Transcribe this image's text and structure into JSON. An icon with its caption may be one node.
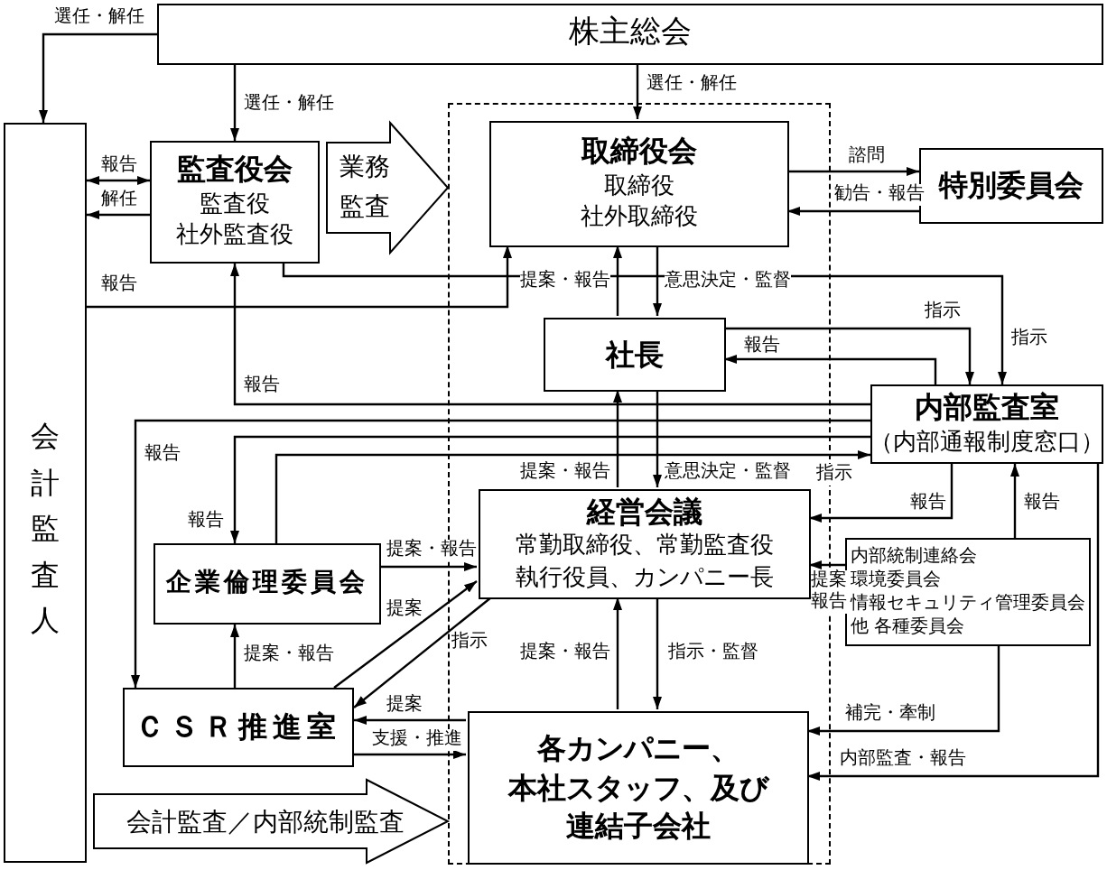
{
  "diagram": {
    "nodes": [
      {
        "text": [
          "株主総会"
        ]
      },
      {
        "text": [
          "会計監査人"
        ]
      },
      {
        "text": [
          "監査役会",
          "監査役",
          "社外監査役"
        ]
      },
      {
        "text": [],
        "shape": "box"
      },
      {
        "text": [
          "取締役会",
          "取締役",
          "社外取締役"
        ],
        "in": 3
      },
      {
        "text": [
          "特別委員会"
        ]
      },
      {
        "text": [
          "社長"
        ],
        "in": 3
      },
      {
        "text": [
          "内部監査室",
          "（内部通報制度窓口）"
        ]
      },
      {
        "text": [
          "企業倫理委員会"
        ]
      },
      {
        "text": [
          "経営会議",
          "常勤取締役、常勤監査役",
          "執行役員、カンパニー長"
        ],
        "in": 3
      },
      {
        "text": [
          "内部統制連絡会",
          "環境委員会",
          "情報セキュリティ管理委員会",
          "他 各種委員会"
        ]
      },
      {
        "text": [
          "ＣＳＲ推進室"
        ]
      },
      {
        "text": [
          "各カンパニー、",
          "本社スタッフ、及び",
          "連結子会社"
        ],
        "in": 3
      }
    ],
    "edges": [
      {
        "from": 0,
        "to": 1,
        "arrow": "to",
        "label": "選任・解任"
      },
      {
        "from": 0,
        "to": 2,
        "arrow": "to",
        "label": "選任・解任"
      },
      {
        "from": 0,
        "to": 4,
        "arrow": "to",
        "label": "選任・解任"
      },
      {
        "from": 2,
        "to": 1,
        "arrow": "both",
        "label": "報告"
      },
      {
        "from": 2,
        "to": 1,
        "arrow": "to",
        "label": "解任"
      },
      {
        "from": 1,
        "to": 4,
        "arrow": "to",
        "label": "報告"
      },
      {
        "from": 4,
        "to": 6,
        "arrow": "to",
        "label": "意思決定・監督"
      },
      {
        "from": 6,
        "to": 4,
        "arrow": "to",
        "label": "提案・報告"
      },
      {
        "from": 4,
        "to": 5,
        "arrow": "to",
        "label": "諮問"
      },
      {
        "from": 5,
        "to": 4,
        "arrow": "to",
        "label": "勧告・報告"
      },
      {
        "from": 2,
        "to": 7,
        "arrow": "to",
        "label": "指示"
      },
      {
        "from": 6,
        "to": 7,
        "arrow": "to",
        "label": "指示"
      },
      {
        "from": 7,
        "to": 6,
        "arrow": "to",
        "label": "報告"
      },
      {
        "from": 7,
        "to": 2,
        "arrow": "to",
        "label": "報告"
      },
      {
        "from": 7,
        "to": 11,
        "arrow": "to",
        "label": "報告"
      },
      {
        "from": 7,
        "to": 8,
        "arrow": "to",
        "label": "報告"
      },
      {
        "from": 8,
        "to": 7,
        "arrow": "to"
      },
      {
        "from": 6,
        "to": 9,
        "arrow": "to",
        "label": "意思決定・監督"
      },
      {
        "from": 9,
        "to": 6,
        "arrow": "to",
        "label": "提案・報告"
      },
      {
        "from": 7,
        "to": 9,
        "arrow": "to",
        "label": "報告"
      },
      {
        "from": 10,
        "to": 9,
        "arrow": "to",
        "label": "提案報告"
      },
      {
        "from": 10,
        "to": 7,
        "arrow": "to",
        "label": "報告"
      },
      {
        "from": 10,
        "to": 12,
        "arrow": "to",
        "label": "補完・牽制"
      },
      {
        "from": 7,
        "to": 12,
        "arrow": "to",
        "label": "内部監査・報告"
      },
      {
        "from": 9,
        "to": 12,
        "arrow": "to",
        "label": "指示・監督"
      },
      {
        "from": 12,
        "to": 9,
        "arrow": "to",
        "label": "提案・報告"
      },
      {
        "from": 11,
        "to": 8,
        "arrow": "to",
        "label": "提案・報告"
      },
      {
        "from": 8,
        "to": 9,
        "arrow": "to",
        "label": "提案・報告"
      },
      {
        "from": 11,
        "to": 9,
        "arrow": "to",
        "label": "提案"
      },
      {
        "from": 9,
        "to": 11,
        "arrow": "to",
        "label": "指示"
      },
      {
        "from": 12,
        "to": 11,
        "arrow": "to",
        "label": "提案"
      },
      {
        "from": 11,
        "to": 12,
        "arrow": "to",
        "label": "支援・推進"
      },
      {
        "from": 2,
        "to": 3,
        "arrow": "to",
        "label": "業務監査",
        "style": "thick"
      },
      {
        "from": 1,
        "to": 3,
        "arrow": "to",
        "label": "会計監査／内部統制監査",
        "style": "thick"
      }
    ],
    "labels": [
      "指示"
    ]
  }
}
